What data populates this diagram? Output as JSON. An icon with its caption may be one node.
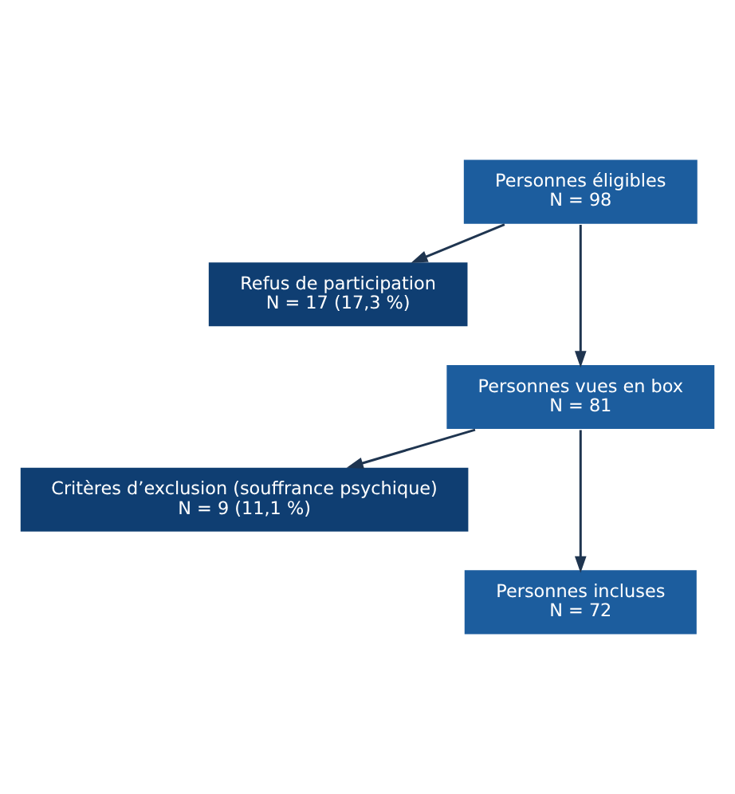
{
  "diagram": {
    "nodes": [
      {
        "text": [
          "Personnes éligibles",
          "N = 98"
        ]
      },
      {
        "text": [
          "Refus de participation",
          "N = 17 (17,3 %)"
        ]
      },
      {
        "text": [
          "Personnes vues en box",
          "N = 81"
        ]
      },
      {
        "text": [
          "Critères d’exclusion (souffrance psychique)",
          "N = 9 (11,1 %)"
        ]
      },
      {
        "text": [
          "Personnes incluses",
          "N = 72"
        ]
      }
    ],
    "edges": [
      {
        "from": 0,
        "to": 1,
        "arrow": "to"
      },
      {
        "from": 0,
        "to": 2,
        "arrow": "to"
      },
      {
        "from": 2,
        "to": 3,
        "arrow": "to"
      },
      {
        "from": 2,
        "to": 4,
        "arrow": "to"
      }
    ]
  }
}
